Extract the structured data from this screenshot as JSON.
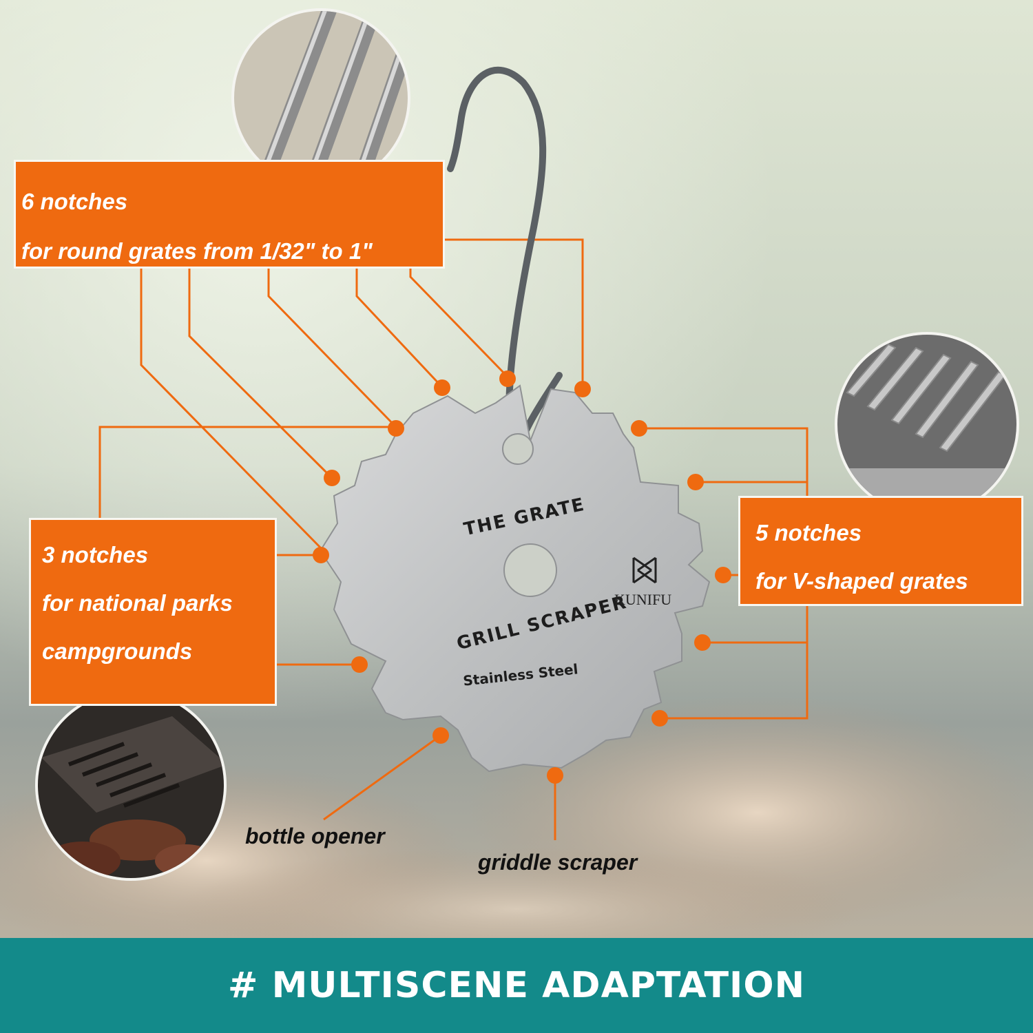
{
  "callouts": {
    "round": {
      "line1": "6 notches",
      "line2": "for round grates from 1/32\" to 1\""
    },
    "parks": {
      "line1": "3 notches",
      "line2": "for national parks",
      "line3": "campgrounds"
    },
    "v": {
      "line1": "5 notches",
      "line2": "for V-shaped grates"
    }
  },
  "labels": {
    "bottle": "bottle opener",
    "griddle": "griddle scraper"
  },
  "product": {
    "engraving_top": "THE GRATE",
    "engraving_bottom": "GRILL SCRAPER",
    "material": "Stainless Steel",
    "brand": "KUNIFU"
  },
  "footer": {
    "title": "# MULTISCENE ADAPTATION"
  },
  "colors": {
    "accent": "#ef6a10",
    "footer": "#138a8a",
    "steel": "#c9cbcc"
  }
}
